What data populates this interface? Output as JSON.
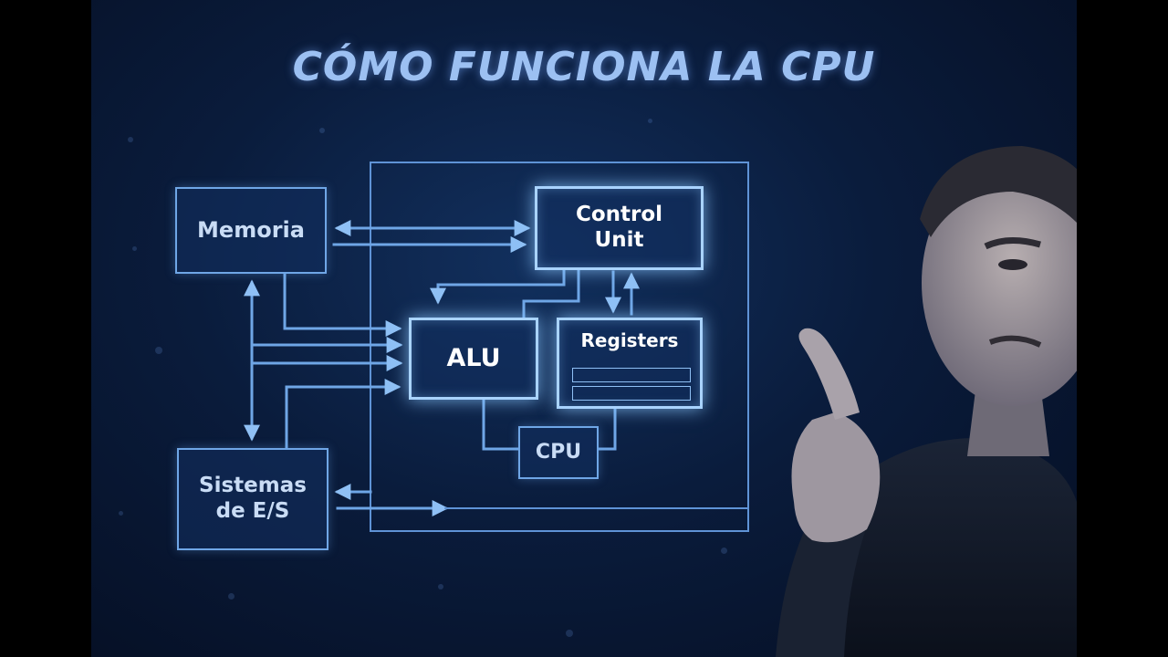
{
  "title": "CÓMO FUNCIONA LA CPU",
  "diagram": {
    "memoria": "Memoria",
    "control_unit": "Control\nUnit",
    "alu": "ALU",
    "registers": "Registers",
    "cpu": "CPU",
    "io": "Sistemas\nde E/S"
  },
  "colors": {
    "background": "#0a1c3c",
    "line": "#6fa6e6",
    "glow": "#a9d3ff",
    "title": "#9cc0f2"
  }
}
